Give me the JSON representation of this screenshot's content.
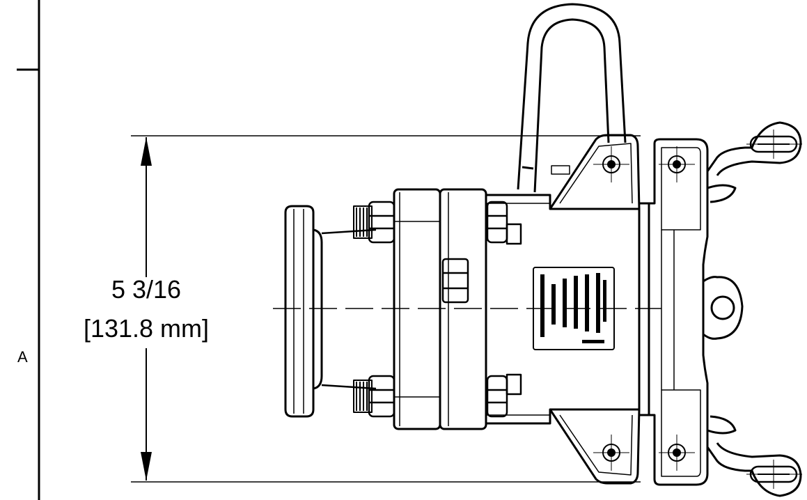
{
  "dimension": {
    "imperial": "5 3/16",
    "metric": "[131.8 mm]"
  },
  "zone_marker": "A",
  "colors": {
    "line": "#000000",
    "background": "#ffffff"
  }
}
